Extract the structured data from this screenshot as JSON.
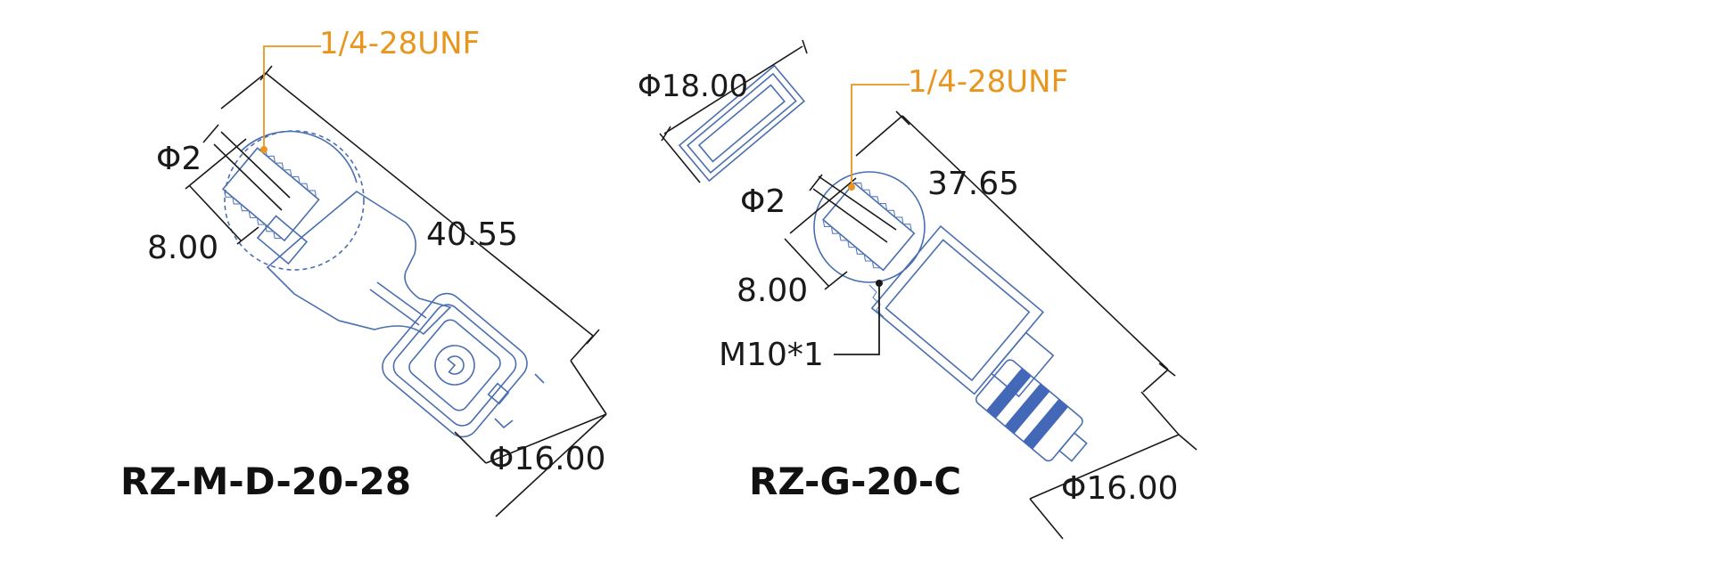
{
  "colors": {
    "part_outline": "#4a6fb0",
    "dimension": "#1a1a1a",
    "thread_callout": "#e8961e",
    "band_accent": "#4468b8"
  },
  "models": [
    {
      "name": "RZ-M-D-20-28",
      "thread_callout": "1/4-28UNF",
      "hole_diameter": "Φ2",
      "thread_depth": "8.00",
      "length": "40.55",
      "tail_diameter": "Φ16.00"
    },
    {
      "name": "RZ-G-20-C",
      "cap_diameter": "Φ18.00",
      "thread_callout": "1/4-28UNF",
      "hole_diameter": "Φ2",
      "length": "37.65",
      "thread_depth": "8.00",
      "mount_thread": "M10*1",
      "tail_diameter": "Φ16.00"
    }
  ]
}
